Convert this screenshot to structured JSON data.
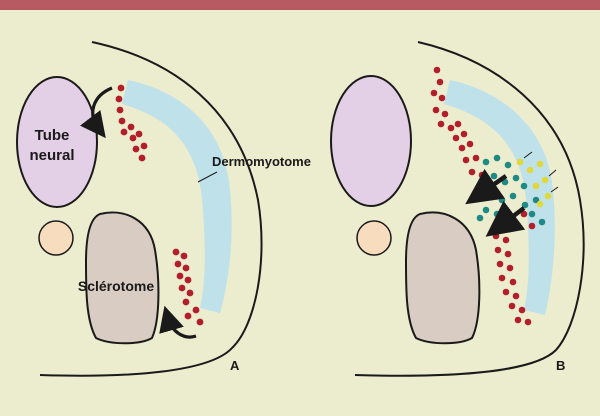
{
  "labels": {
    "neural_tube_line1": "Tube",
    "neural_tube_line2": "neural",
    "dermomyotome": "Dermomyotome",
    "sclerotome": "Sclérotome",
    "panel_a": "A",
    "panel_b": "B"
  },
  "colors": {
    "background": "#ececce",
    "top_bar": "#b85a62",
    "neural_tube": "#e3cfe6",
    "notochord": "#f8dcbe",
    "sclerotome": "#d8ccc3",
    "dermomyotome": "#bfe1ea",
    "red_cells": "#b21f2a",
    "teal_cells": "#1f8a84",
    "yellow_cells": "#e1d83a",
    "outline": "#1a1a1a"
  }
}
